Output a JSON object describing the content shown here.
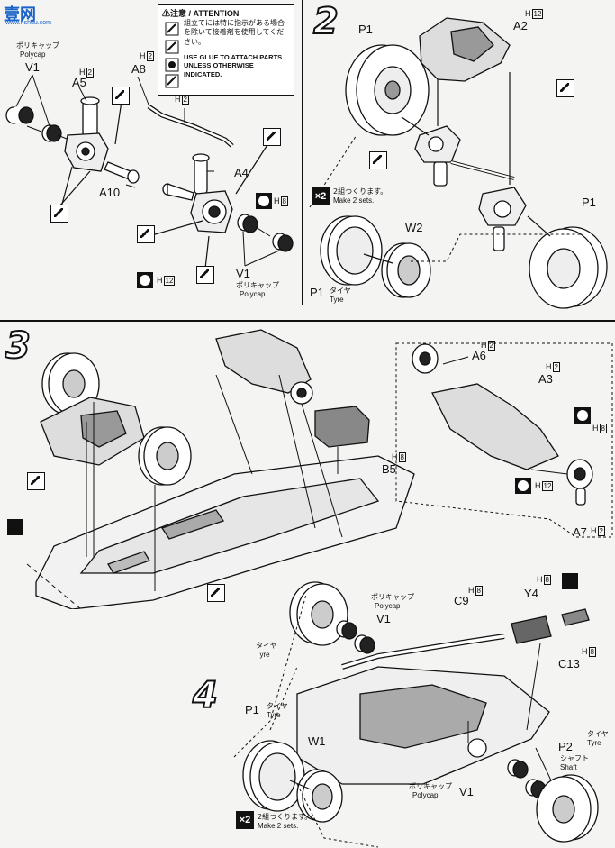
{
  "watermark": {
    "brand": "壹网",
    "url": "www.i-shuu.com"
  },
  "attention": {
    "title": "⚠注意 / ATTENTION",
    "jp": "組立てには特に指示がある場合を除いて接着剤を使用してください。",
    "en": "USE GLUE TO ATTACH PARTS UNLESS OTHERWISE INDICATED."
  },
  "steps": {
    "s1": {
      "polycap_jp": "ポリキャップ",
      "polycap_en": "Polycap",
      "labels": {
        "v1a": "V1",
        "a5": "A5",
        "a8": "A8",
        "a4": "A4",
        "a10": "A10",
        "v1b": "V1"
      },
      "badges": {
        "h2a": "2",
        "h2b": "2",
        "h2c": "2",
        "h8": "8",
        "h12": "12"
      },
      "polycap2_jp": "ポリキャップ",
      "polycap2_en": "Polycap"
    },
    "s2": {
      "number": "2",
      "labels": {
        "p1a": "P1",
        "a2": "A2",
        "p1b": "P1",
        "w2": "W2",
        "p1c": "P1"
      },
      "badge_h12": "12",
      "make_jp": "2組つくります。",
      "make_en": "Make 2 sets.",
      "tyre_jp": "タイヤ",
      "tyre_en": "Tyre"
    },
    "s3": {
      "number": "3",
      "labels": {
        "a6": "A6",
        "a3": "A3",
        "b5": "B5",
        "a7": "A7"
      },
      "badges": {
        "h2a": "2",
        "h2b": "2",
        "h8a": "8",
        "h8b": "8",
        "h12": "12",
        "h2c": "2"
      }
    },
    "s4": {
      "number": "4",
      "labels": {
        "c9": "C9",
        "y4": "Y4",
        "v1a": "V1",
        "c13": "C13",
        "p1": "P1",
        "w1": "W1",
        "p2": "P2",
        "v1b": "V1"
      },
      "badges": {
        "h8a": "8",
        "h8b": "8",
        "h8c": "8"
      },
      "polycap_jp": "ポリキャップ",
      "polycap_en": "Polycap",
      "tyre1_jp": "タイヤ",
      "tyre1_en": "Tyre",
      "tyre2_jp": "タイヤ",
      "tyre2_en": "Tyre",
      "shaft_jp": "シャフト",
      "shaft_en": "Shaft",
      "polycap2_jp": "ポリキャップ",
      "polycap2_en": "Polycap",
      "tyre3_jp": "タイヤ",
      "tyre3_en": "Tyre",
      "make_jp": "2組つくります。",
      "make_en": "Make 2 sets."
    }
  }
}
